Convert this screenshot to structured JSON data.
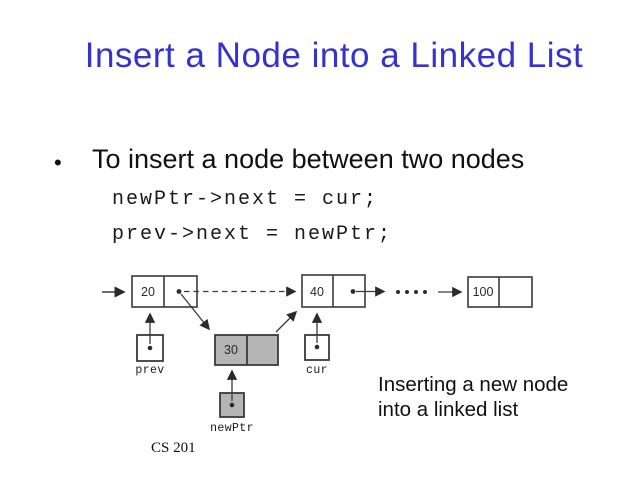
{
  "slide": {
    "title": "Insert a Node into a Linked List",
    "bullet": {
      "marker": "•",
      "text": "To insert a node between two nodes"
    },
    "code_lines": [
      "newPtr->next = cur;",
      "prev->next = newPtr;"
    ],
    "caption_line1": "Inserting a new node",
    "caption_line2": "into a linked list",
    "footer": "CS 201"
  },
  "diagram": {
    "node_values": {
      "first": "20",
      "second": "40",
      "last": "100",
      "new": "30"
    },
    "pointer_labels": {
      "prev": "prev",
      "cur": "cur",
      "newPtr": "newPtr"
    },
    "ellipsis": "....",
    "colors": {
      "node_fill": "#ffffff",
      "new_node_fill": "#b5b5b5",
      "line": "#3a3a3a"
    }
  },
  "colors": {
    "title": "#3533cc",
    "text": "#111111",
    "background": "#ffffff"
  }
}
